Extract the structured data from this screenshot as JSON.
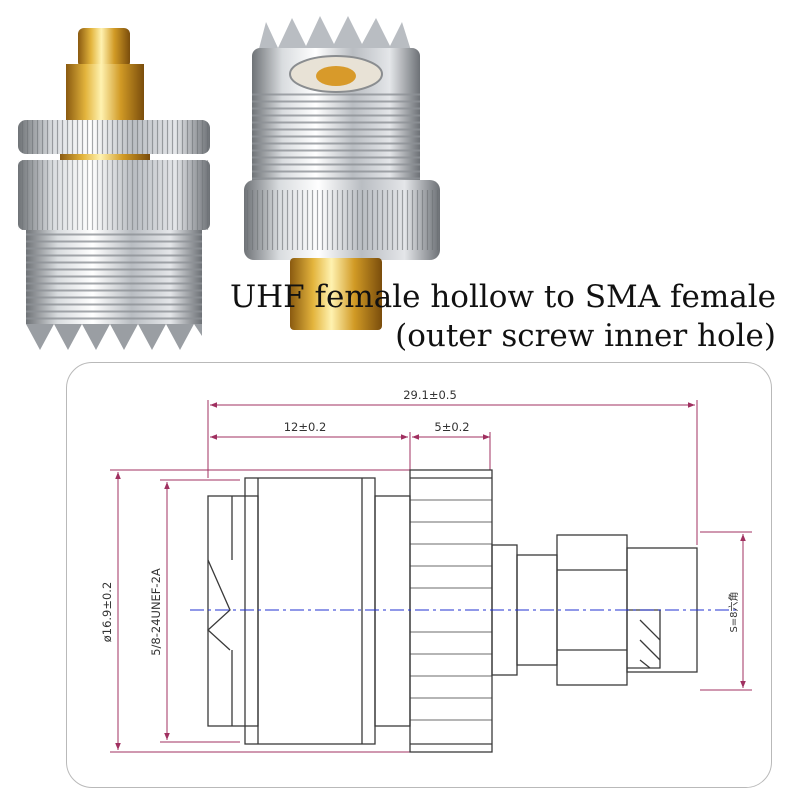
{
  "caption": {
    "line1": "UHF female hollow to SMA female",
    "line2": "(outer screw inner hole)"
  },
  "dimensions": {
    "overall_length": "29.1±0.5",
    "body_length": "12±0.2",
    "nut_length": "5±0.2",
    "outer_diameter": "ø16.9±0.2",
    "thread_spec": "5/8-24UNEF-2A",
    "hex_size": "S=8六角"
  },
  "colors": {
    "dimension_line": "#a03060",
    "outline": "#3a3a3a",
    "centerline": "#2030d0",
    "gold": "#d4a52a",
    "silver": "#c9ccd0"
  }
}
